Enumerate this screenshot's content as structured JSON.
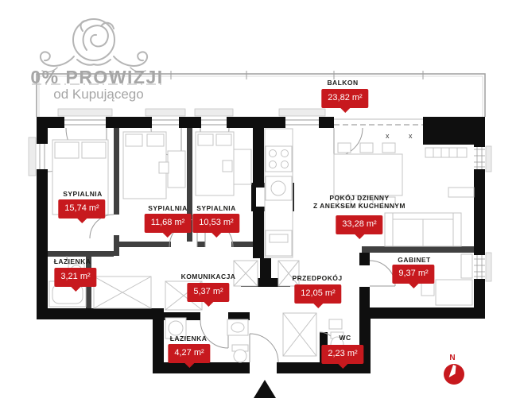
{
  "branding": {
    "line1": "0% PROWIZJI",
    "line2": "od Kupującego",
    "ornament_icon": "lion-crest-ornament"
  },
  "rooms": [
    {
      "id": "balkon",
      "name": "BALKON",
      "area": "23,82 m²"
    },
    {
      "id": "sypialnia-1",
      "name": "SYPIALNIA",
      "area": "15,74 m²"
    },
    {
      "id": "sypialnia-2",
      "name": "SYPIALNIA",
      "area": "11,68 m²"
    },
    {
      "id": "sypialnia-3",
      "name": "SYPIALNIA",
      "area": "10,53 m²"
    },
    {
      "id": "pokoj-dzienny",
      "name": "POKÓJ DZIENNY",
      "name2": "Z ANEKSEM KUCHENNYM",
      "area": "33,28 m²"
    },
    {
      "id": "gabinet",
      "name": "GABINET",
      "area": "9,37 m²"
    },
    {
      "id": "lazienka-1",
      "name": "ŁAZIENKA",
      "area": "3,21 m²"
    },
    {
      "id": "komunikacja",
      "name": "KOMUNIKACJA",
      "area": "5,37 m²"
    },
    {
      "id": "przedpokoj",
      "name": "PRZEDPOKÓJ",
      "area": "12,05 m²"
    },
    {
      "id": "lazienka-2",
      "name": "ŁAZIENKA",
      "area": "4,27 m²"
    },
    {
      "id": "wc",
      "name": "WC",
      "area": "2,23 m²"
    }
  ],
  "plan": {
    "slider_mark": "x"
  },
  "compass": {
    "label": "N",
    "icon": "compass-north-icon"
  },
  "icons": {
    "entrance": "entrance-arrow-icon",
    "logo": "lion-crest-ornament",
    "compass": "compass-north-icon"
  },
  "colors": {
    "accent_red": "#c7191e",
    "wall_black": "#0f0f0f",
    "partition_gray": "#404040",
    "furniture_gray": "#c4c4c4",
    "logo_gray": "#a6a6a6",
    "text_dark": "#1d1d1b"
  }
}
